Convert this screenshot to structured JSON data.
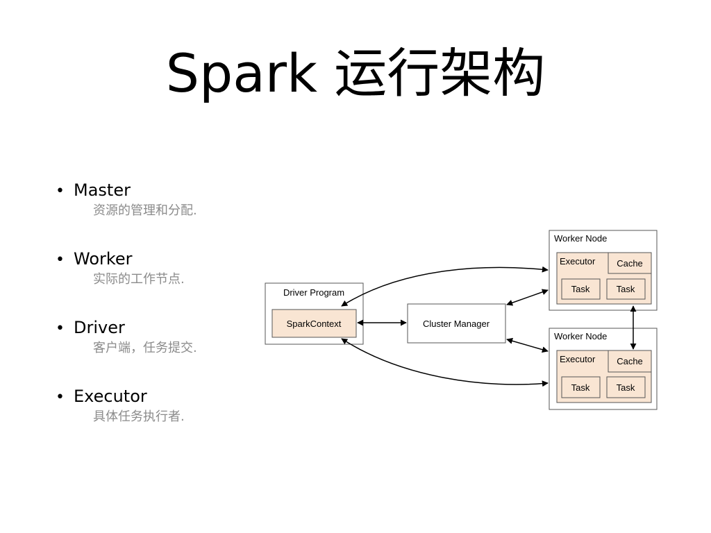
{
  "slide": {
    "title": "Spark 运行架构",
    "bullets": [
      {
        "heading": "Master",
        "description": "资源的管理和分配."
      },
      {
        "heading": "Worker",
        "description": "实际的工作节点."
      },
      {
        "heading": "Driver",
        "description": "客户端，任务提交."
      },
      {
        "heading": "Executor",
        "description": "具体任务执行者."
      }
    ]
  },
  "diagram": {
    "driver_program": {
      "label": "Driver Program",
      "context_label": "SparkContext"
    },
    "cluster_manager": {
      "label": "Cluster Manager"
    },
    "worker_nodes": [
      {
        "label": "Worker Node",
        "executor_label": "Executor",
        "cache_label": "Cache",
        "tasks": [
          "Task",
          "Task"
        ]
      },
      {
        "label": "Worker Node",
        "executor_label": "Executor",
        "cache_label": "Cache",
        "tasks": [
          "Task",
          "Task"
        ]
      }
    ],
    "colors": {
      "box_fill": "#f9e5d3",
      "box_border": "#555555",
      "container_border": "#555555",
      "arrow": "#000000"
    }
  }
}
